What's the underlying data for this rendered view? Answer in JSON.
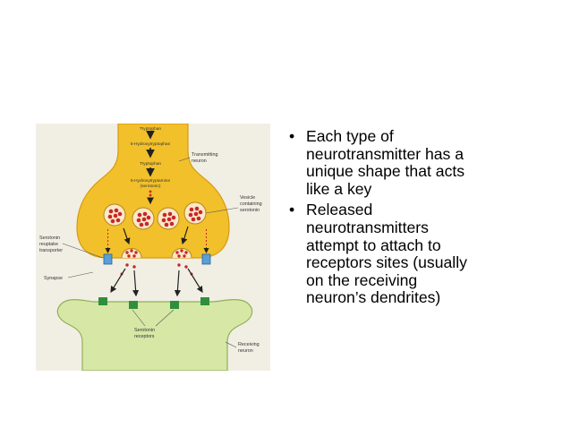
{
  "figure": {
    "pathway": [
      "Tryptophan",
      "5-Hydroxytryptophan",
      "Tryptophan",
      "5-Hydroxytryptamine",
      "(serotonin)"
    ],
    "labels": {
      "transmitting": [
        "Transmitting",
        "neuron"
      ],
      "vesicle": [
        "Vesicle",
        "containing",
        "serotonin"
      ],
      "reuptake": [
        "Serotonin",
        "reuptake",
        "transporter"
      ],
      "synapse": "Synapse",
      "receptors": [
        "Serotonin",
        "receptors"
      ],
      "receiving": [
        "Receiving",
        "neuron"
      ]
    },
    "colors": {
      "transmitting_neuron": "#f2c02a",
      "receiving_neuron": "#d7e7a5",
      "serotonin": "#c8262b",
      "receptor": "#2f8f3c",
      "transporter": "#5aa0d8",
      "background": "#f1efe4"
    }
  },
  "bullets": [
    {
      "marker": "•",
      "lines": [
        "Each type of",
        "neurotransmitter has a",
        "unique shape that acts",
        "like a key"
      ]
    },
    {
      "marker": "•",
      "lines": [
        "Released",
        "neurotransmitters",
        "attempt to attach to",
        "receptors sites (usually",
        "on the receiving",
        "neuron’s dendrites)"
      ]
    }
  ]
}
